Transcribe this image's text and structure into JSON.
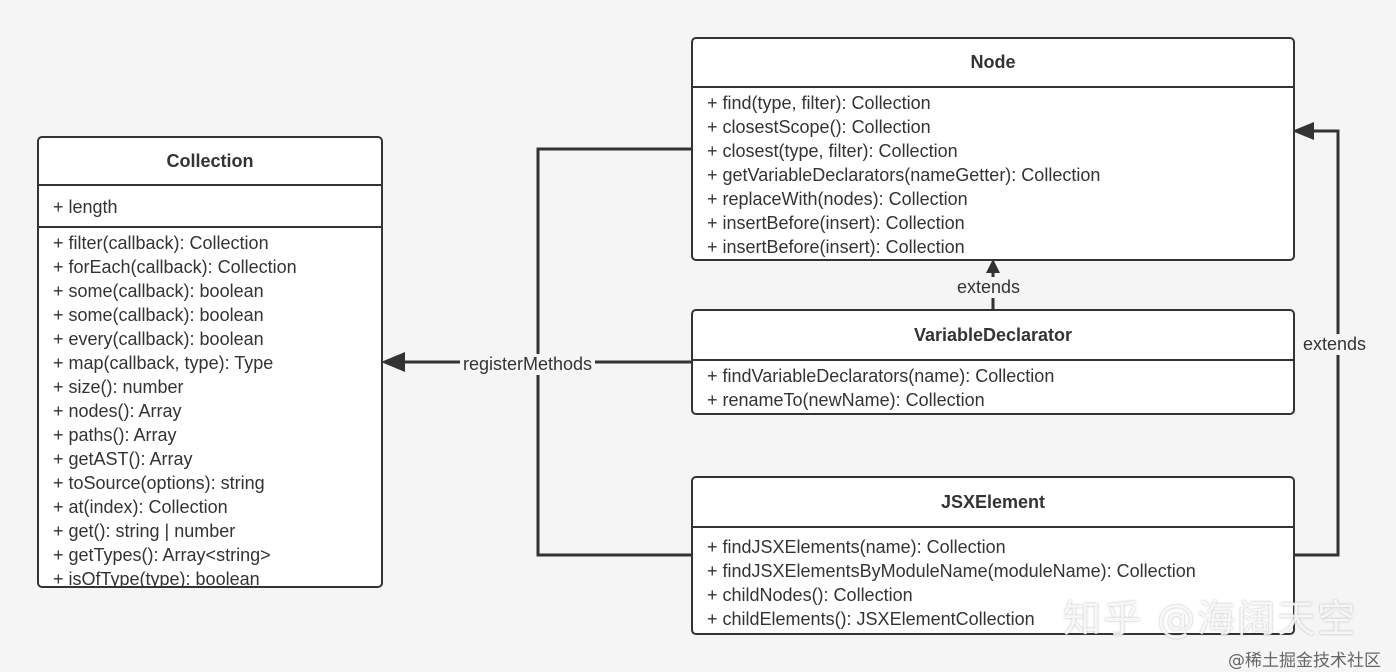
{
  "diagram": {
    "classes": {
      "collection": {
        "name": "Collection",
        "attributes": [
          "+ length"
        ],
        "methods": [
          "+ filter(callback): Collection",
          "+ forEach(callback): Collection",
          "+ some(callback): boolean",
          "+ some(callback): boolean",
          "+ every(callback): boolean",
          "+ map(callback, type): Type",
          "+ size(): number",
          "+ nodes(): Array",
          "+ paths(): Array",
          "+ getAST(): Array",
          "+ toSource(options): string",
          "+ at(index): Collection",
          "+ get(): string | number",
          "+ getTypes(): Array<string>",
          "+ isOfType(type): boolean"
        ]
      },
      "node": {
        "name": "Node",
        "methods": [
          "+ find(type, filter): Collection",
          "+ closestScope(): Collection",
          "+ closest(type, filter): Collection",
          "+ getVariableDeclarators(nameGetter): Collection",
          "+ replaceWith(nodes): Collection",
          "+ insertBefore(insert): Collection",
          "+ insertBefore(insert): Collection"
        ]
      },
      "variable_declarator": {
        "name": "VariableDeclarator",
        "methods": [
          "+ findVariableDeclarators(name): Collection",
          "+ renameTo(newName): Collection"
        ]
      },
      "jsx_element": {
        "name": "JSXElement",
        "methods": [
          "+ findJSXElements(name): Collection",
          "+ findJSXElementsByModuleName(moduleName): Collection",
          "+ childNodes(): Collection",
          "+ childElements(): JSXElementCollection"
        ]
      }
    },
    "relations": {
      "register_label": "registerMethods",
      "extends_label_1": "extends",
      "extends_label_2": "extends"
    }
  },
  "watermark": {
    "main": "知乎 @海阔天空",
    "footer": "@稀土掘金技术社区"
  }
}
